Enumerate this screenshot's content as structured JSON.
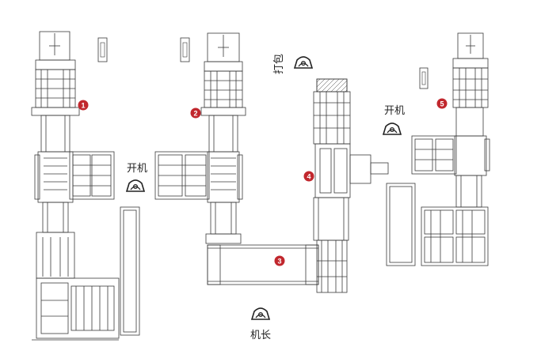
{
  "labels": {
    "open_machine_1": "开机",
    "open_machine_2": "开机",
    "baling": "打包",
    "captain": "机长"
  },
  "markers": [
    "1",
    "2",
    "3",
    "4",
    "5"
  ],
  "colors": {
    "line": "#3a3a3a",
    "marker": "#c1272d",
    "background": "#ffffff"
  },
  "icons": [
    "operator-station-icon",
    "operator-station-icon",
    "operator-station-icon",
    "operator-station-icon"
  ]
}
